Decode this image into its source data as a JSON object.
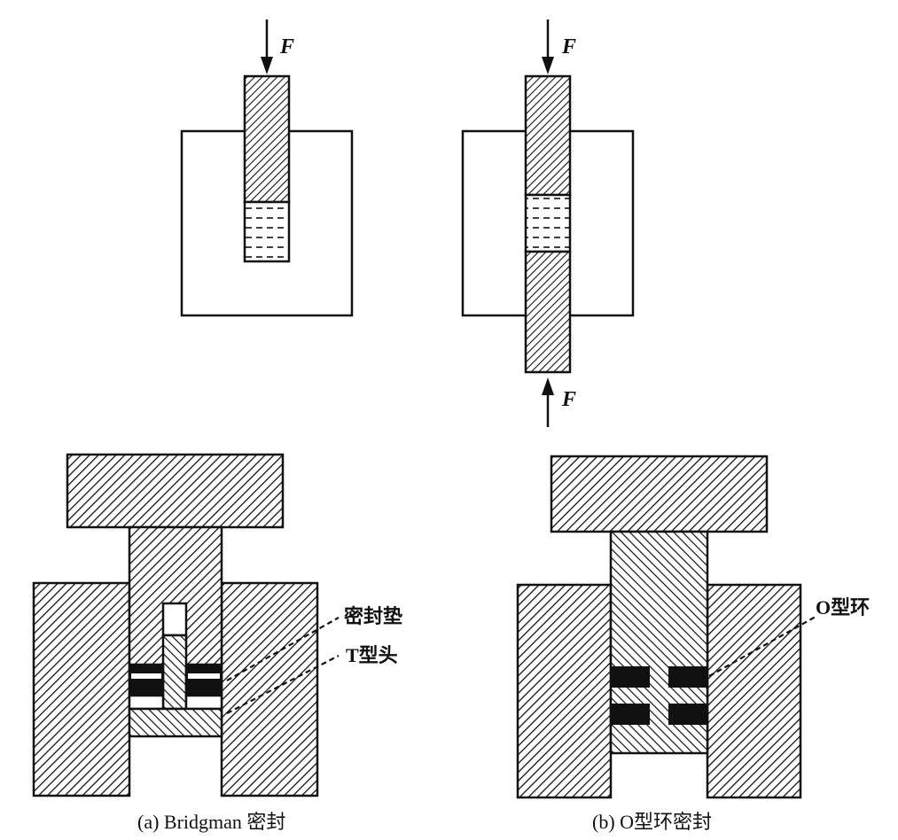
{
  "labels": {
    "force_top_a": "F",
    "force_top_b": "F",
    "force_bottom_b": "F",
    "gasket": "密封垫",
    "t_head": "T型头",
    "o_ring": "O型环"
  },
  "captions": {
    "a": "(a) Bridgman 密封",
    "b": "(b) O型环密封"
  },
  "colors": {
    "line": "#111111",
    "background": "#ffffff"
  }
}
